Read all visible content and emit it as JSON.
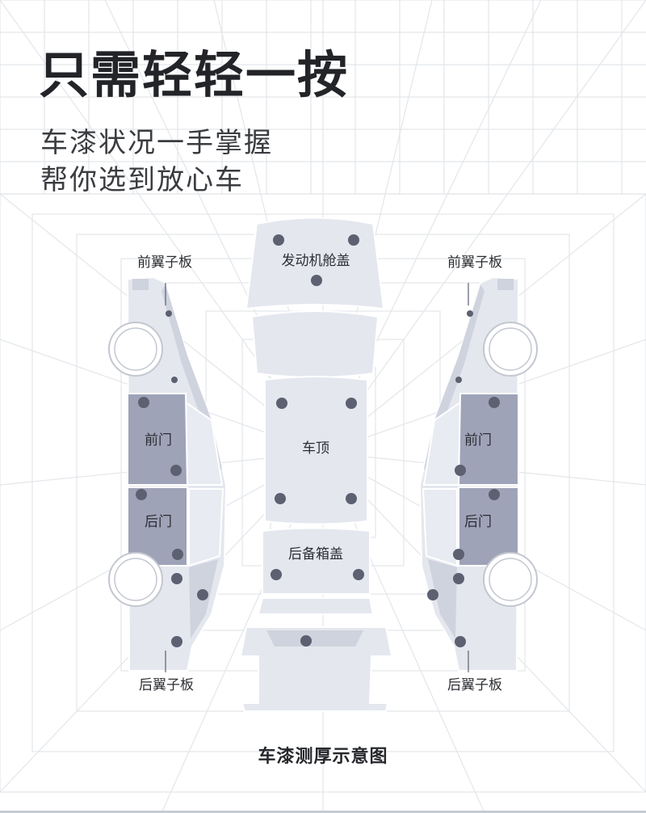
{
  "header": {
    "title": "只需轻轻一按",
    "subtitle_lines": [
      "车漆状况一手掌握",
      "帮你选到放心车"
    ]
  },
  "diagram": {
    "caption": "车漆测厚示意图",
    "labels": {
      "front_fender": "前翼子板",
      "rear_fender": "后翼子板",
      "front_door": "前门",
      "rear_door": "后门",
      "hood": "发动机舱盖",
      "roof": "车顶",
      "trunk": "后备箱盖"
    },
    "colors": {
      "panel_light": "#e4e7ee",
      "panel_dark": "#9ea3b8",
      "wireframe": "#e6e8ec",
      "dot": "#5c6070",
      "outline": "#ffffff"
    }
  }
}
